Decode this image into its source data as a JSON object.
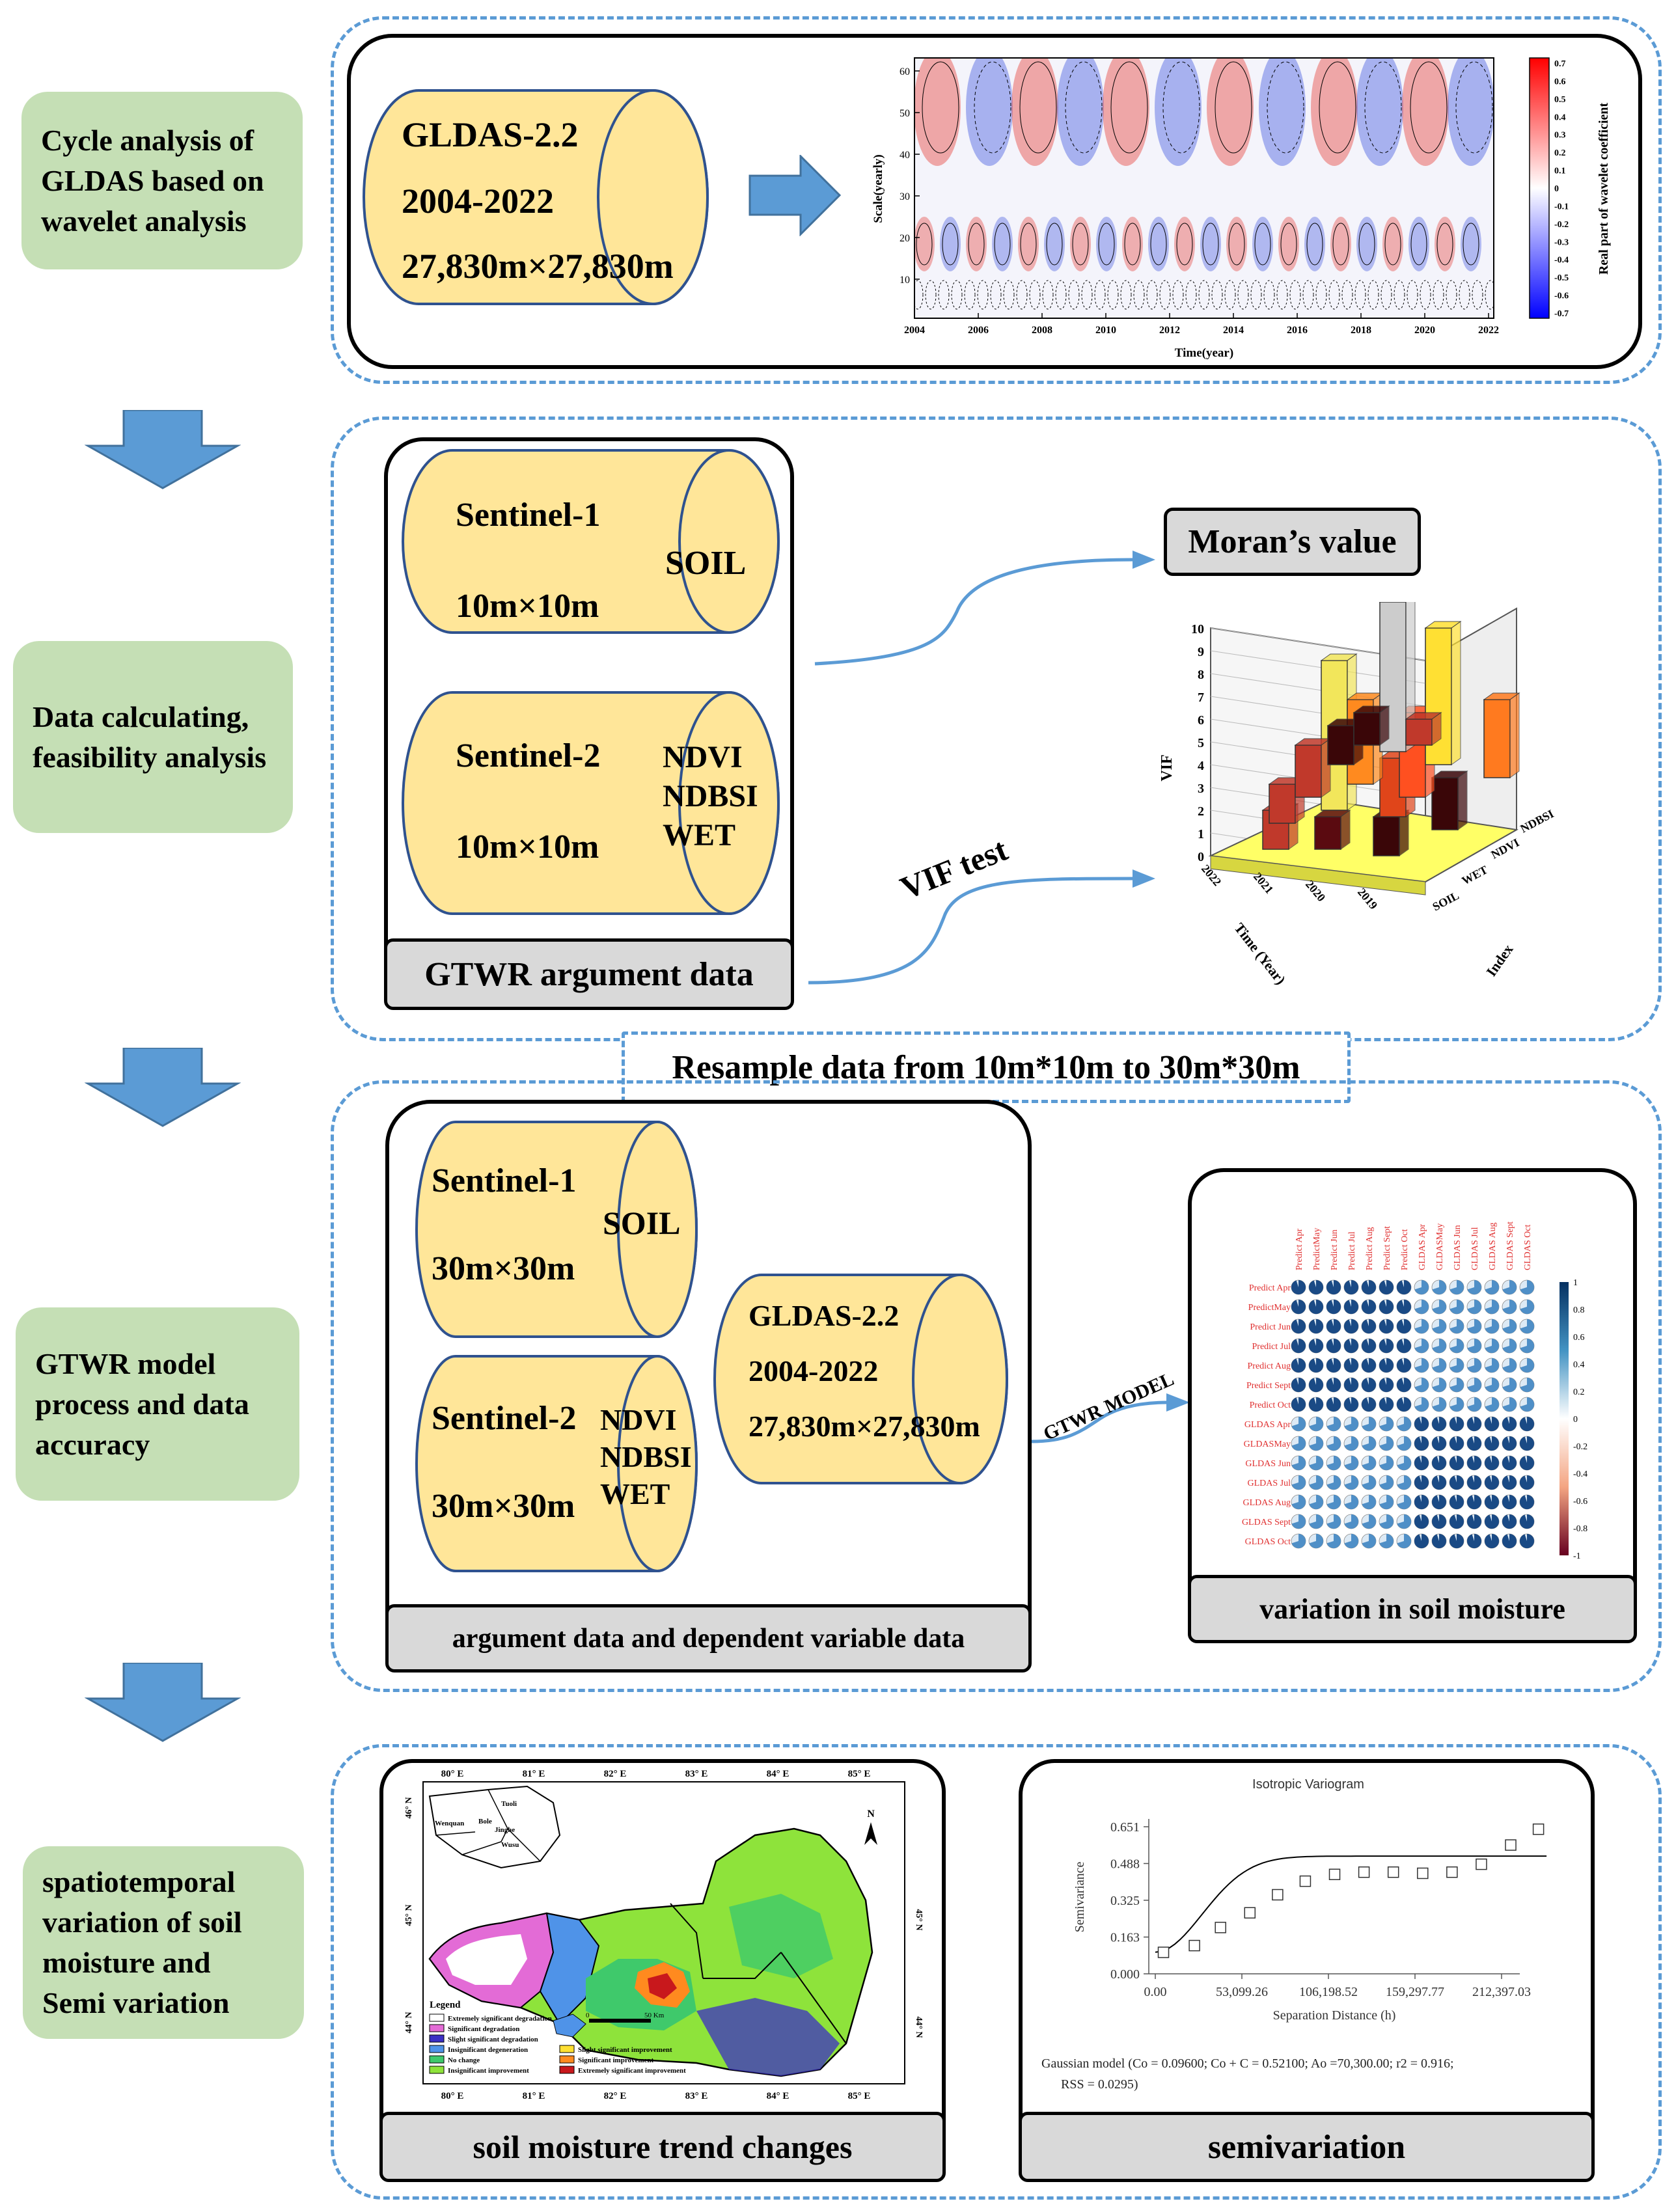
{
  "steps": [
    "Cycle analysis of\nGLDAS based on\nwavelet analysis",
    "Data calculating,\nfeasibility  analysis",
    "GTWR model\nprocess and data\naccuracy",
    "spatiotemporal\nvariation of soil\nmoisture  and\nSemi variation"
  ],
  "panel1": {
    "cylinder": [
      "GLDAS-2.2",
      "2004-2022",
      "27,830m×27,830m"
    ],
    "wavelet": {
      "ylabel": "Scale(yearly)",
      "xlabel": "Time(year)",
      "yticks": [
        "60",
        "50",
        "40",
        "30",
        "20",
        "10"
      ],
      "xticks": [
        "2004",
        "2006",
        "2008",
        "2010",
        "2012",
        "2014",
        "2016",
        "2018",
        "2020",
        "2022"
      ],
      "colorbar_label": "Real part of wavelet coefficient",
      "colorbar_ticks": [
        "0.7",
        "0.6",
        "0.5",
        "0.4",
        "0.3",
        "0.2",
        "0.1",
        "0",
        "-0.1",
        "-0.2",
        "-0.3",
        "-0.4",
        "-0.5",
        "-0.6",
        "-0.7"
      ],
      "colors": {
        "positive": "#e64640",
        "negative": "#4a5fe0"
      }
    }
  },
  "panel2": {
    "s1": {
      "name": "Sentinel-1",
      "res": "10m×10m",
      "band": "SOIL"
    },
    "s2": {
      "name": "Sentinel-2",
      "res": "10m×10m",
      "bands": [
        "NDVI",
        "NDBSI",
        "WET"
      ]
    },
    "box_label": "GTWR  argument data",
    "moran_label": "Moran’s value",
    "vif_label": "VIF test",
    "vif_chart": {
      "ylabel": "VIF",
      "zticks": [
        "10",
        "9",
        "8",
        "7",
        "6",
        "5",
        "4",
        "3",
        "2",
        "1",
        "0"
      ],
      "years": [
        "2022",
        "2021",
        "2020",
        "2019"
      ],
      "year_title": "Time (Year)",
      "index_title": "Index",
      "indices": [
        "NDBSI",
        "NDVI",
        "WET",
        "SOIL"
      ]
    }
  },
  "resample_label": "Resample data  from 10m*10m to 30m*30m",
  "panel3": {
    "s1": {
      "name": "Sentinel-1",
      "res": "30m×30m",
      "band": "SOIL"
    },
    "s2": {
      "name": "Sentinel-2",
      "res": "30m×30m",
      "bands": [
        "NDVI",
        "NDBSI",
        "WET"
      ]
    },
    "gldas": [
      "GLDAS-2.2",
      "2004-2022",
      "27,830m×27,830m"
    ],
    "gtwr_arrow_label": "GTWR MODEL",
    "box_label": "argument data and dependent variable data",
    "corr_label": "variation in soil moisture",
    "corr": {
      "col_labels": [
        "Predict Apr",
        "PredictMay",
        "Predict Jun",
        "Predict Jul",
        "Predict Aug",
        "Predict Sept",
        "Predict Oct",
        "GLDAS Apr",
        "GLDASMay",
        "GLDAS Jun",
        "GLDAS Jul",
        "GLDAS Aug",
        "GLDAS Sept",
        "GLDAS Oct"
      ],
      "row_labels": [
        "Predict Apr",
        "PredictMay",
        "Predict Jun",
        "Predict Jul",
        "Predict Aug",
        "Predict Sept",
        "Predict Oct",
        "GLDAS Apr",
        "GLDASMay",
        "GLDAS Jun",
        "GLDAS Jul",
        "GLDAS Aug",
        "GLDAS Sept",
        "GLDAS Oct"
      ],
      "scale_ticks": [
        "1",
        "0.8",
        "0.6",
        "0.4",
        "0.2",
        "0",
        "-0.2",
        "-0.4",
        "-0.6",
        "-0.8",
        "-1"
      ]
    }
  },
  "panel4": {
    "map_label": "soil moisture trend changes",
    "semi_label": "semivariation",
    "map": {
      "top_ticks": [
        "80° E",
        "81° E",
        "82° E",
        "83° E",
        "84° E",
        "85° E"
      ],
      "bottom_ticks": [
        "80° E",
        "81° E",
        "82° E",
        "83° E",
        "84° E",
        "85° E"
      ],
      "left_ticks": [
        "46° N",
        "45° N",
        "44° N"
      ],
      "right_ticks": [
        "45° N",
        "44° N"
      ],
      "inset_places": [
        "Tuoli",
        "Wenquan",
        "Bole",
        "Jinghe",
        "Wusu"
      ],
      "legend_title": "Legend",
      "legend": [
        {
          "label": "Extremely significant degradation",
          "color": "#ffffff"
        },
        {
          "label": "Significant degradation",
          "color": "#e36bd6"
        },
        {
          "label": "Slight significant degradation",
          "color": "#3b2fc4"
        },
        {
          "label": "Insignificant degeneration",
          "color": "#4f93e8"
        },
        {
          "label": "No change",
          "color": "#3fc96b"
        },
        {
          "label": "Insignificant improvement",
          "color": "#8ee33b"
        },
        {
          "label": "Slight significant improvement",
          "color": "#ffe033"
        },
        {
          "label": "Significant improvement",
          "color": "#ff8a1f"
        },
        {
          "label": "Extremely significant improvement",
          "color": "#c8181c"
        }
      ],
      "scale_text": [
        "0",
        "50 Km"
      ],
      "north": "N"
    },
    "semi": {
      "title": "Isotropic Variogram",
      "ylabel": "Semivariance",
      "xlabel": "Separation Distance (h)",
      "yticks": [
        "0.651",
        "0.488",
        "0.325",
        "0.163",
        "0.000"
      ],
      "xticks": [
        "0.00",
        "53,099.26",
        "106,198.52",
        "159,297.77",
        "212,397.03"
      ],
      "caption_line1": "Gaussian model (Co = 0.09600; Co + C = 0.52100; Ao =70,300.00; r2 = 0.916;",
      "caption_line2": "RSS = 0.0295)"
    }
  }
}
